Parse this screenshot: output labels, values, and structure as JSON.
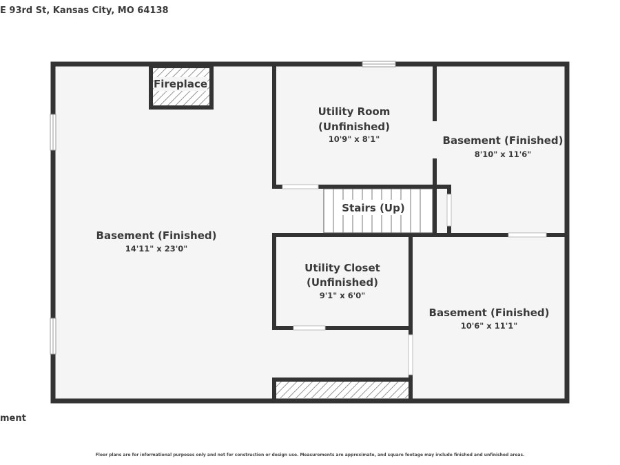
{
  "header": {
    "address": "E 93rd St, Kansas City, MO 64138"
  },
  "footer": {
    "level_label": "ment",
    "disclaimer": "Floor plans are for informational purposes only and not for construction or design use. Measurements are approximate, and square footage may include finished and unfinished areas."
  },
  "rooms": {
    "basement_main": {
      "name": "Basement (Finished)",
      "dims": "14'11\" x 23'0\""
    },
    "utility_room": {
      "name_line1": "Utility Room",
      "name_line2": "(Unfinished)",
      "dims": "10'9\" x 8'1\""
    },
    "basement_ne": {
      "name": "Basement (Finished)",
      "dims": "8'10\" x 11'6\""
    },
    "stairs": {
      "name": "Stairs (Up)"
    },
    "utility_closet": {
      "name_line1": "Utility Closet",
      "name_line2": "(Unfinished)",
      "dims": "9'1\" x 6'0\""
    },
    "basement_se": {
      "name": "Basement (Finished)",
      "dims": "10'6\" x 11'1\""
    },
    "fireplace": {
      "name": "Fireplace"
    }
  },
  "colors": {
    "wall": "#333333",
    "floor": "#f5f5f5",
    "window": "#ffffff"
  }
}
